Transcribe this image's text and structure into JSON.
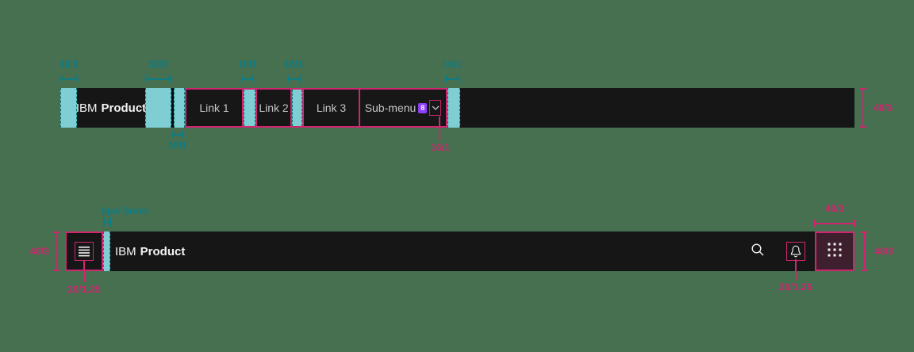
{
  "colors": {
    "background": "#477050",
    "header_bg": "#161616",
    "spacer_fill": "#7fced4",
    "teal_annotation": "#0c7d86",
    "magenta_annotation": "#d02670",
    "badge_purple": "#8a3ffc",
    "switcher_highlight_fill": "#3e1f2d",
    "link_text": "#c6c6c6",
    "brand_text": "#f4f4f4"
  },
  "top_header": {
    "brand": {
      "prefix": "IBM",
      "name": "Product"
    },
    "links": [
      "Link 1",
      "Link 2",
      "Link 3"
    ],
    "submenu": {
      "label": "Sub-menu",
      "badge_count": "8"
    },
    "annotations": {
      "start_spacer": "16/1",
      "brand_spacer": "32/2",
      "link_gap_1": "16/1",
      "link_gap_2": "16/1",
      "end_spacer": "16/1",
      "divider_gap": "16/1",
      "chevron_size": "16/1",
      "height": "48/3"
    }
  },
  "bottom_header": {
    "brand": {
      "prefix": "IBM",
      "name": "Product"
    },
    "icons": [
      "menu-icon",
      "search-icon",
      "notification-bell-icon",
      "app-switcher-icon"
    ],
    "annotations": {
      "height_left": "48/3",
      "menu_icon_size": "20/1.25",
      "brand_gap": "8px/.5rem",
      "switcher_width": "48/3",
      "height_right": "48/3",
      "bell_icon_size": "20/1.25"
    }
  }
}
